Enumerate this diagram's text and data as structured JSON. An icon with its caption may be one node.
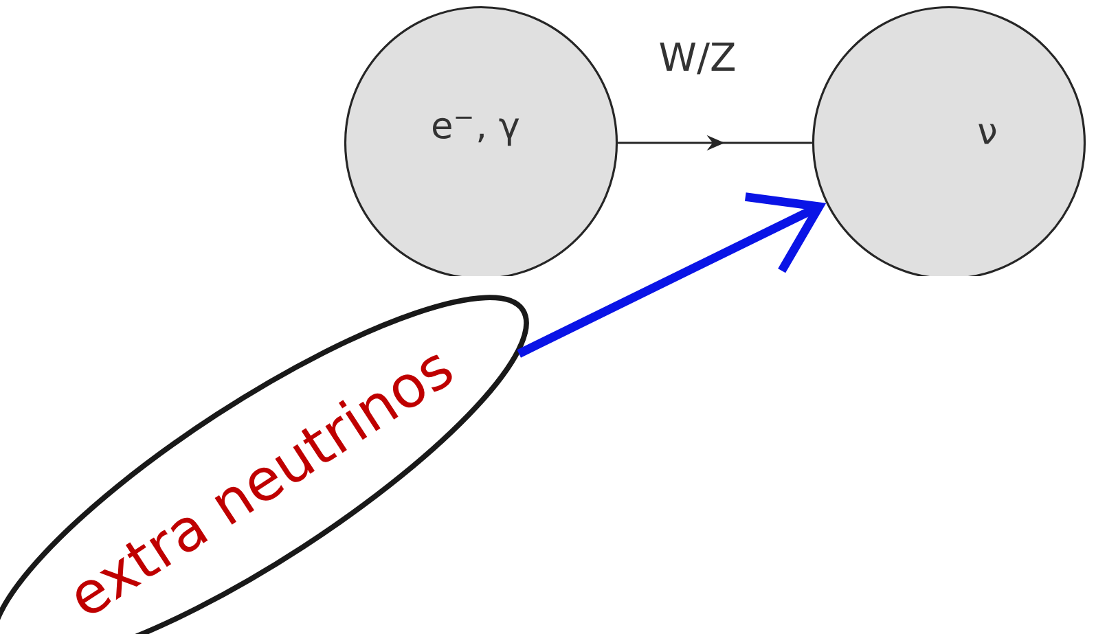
{
  "diagram": {
    "nodes": [
      {
        "text": [
          "e$^{−}$, γ"
        ]
      },
      {
        "text": [
          "ν"
        ]
      },
      {
        "text": [
          "extra neutrinos"
        ]
      }
    ],
    "edges": [
      {
        "from": 0,
        "to": 1,
        "arrow": "to",
        "label": "W/Z"
      },
      {
        "from": 2,
        "to": 1,
        "arrow": "to",
        "style": "thick",
        "color": "#0a14e6"
      }
    ]
  }
}
